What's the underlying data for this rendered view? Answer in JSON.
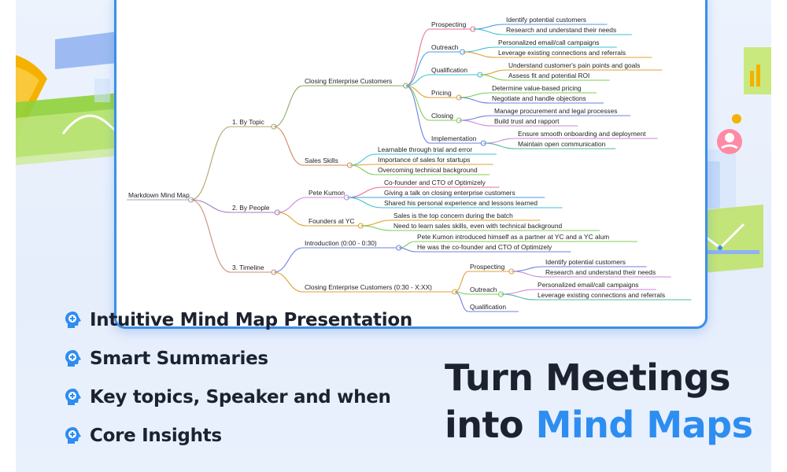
{
  "colors": {
    "accent": "#2e8df0",
    "window_border": "#3b8fe6",
    "headline": "#1d2230",
    "branch_topic": "#b0a46c",
    "branch_people": "#a77bc1",
    "branch_timeline": "#c78f7a"
  },
  "mindmap": {
    "root": "Markdown Mind Map",
    "branches": [
      {
        "label": "1. By Topic",
        "children": [
          {
            "label": "Closing Enterprise Customers",
            "children": [
              {
                "label": "Prospecting",
                "items": [
                  "Identify potential customers",
                  "Research and understand their needs"
                ]
              },
              {
                "label": "Outreach",
                "items": [
                  "Personalized email/call campaigns",
                  "Leverage existing connections and referrals"
                ]
              },
              {
                "label": "Qualification",
                "items": [
                  "Understand customer's pain points and goals",
                  "Assess fit and potential ROI"
                ]
              },
              {
                "label": "Pricing",
                "items": [
                  "Determine value-based pricing",
                  "Negotiate and handle objections"
                ]
              },
              {
                "label": "Closing",
                "items": [
                  "Manage procurement and legal processes",
                  "Build trust and rapport"
                ]
              },
              {
                "label": "Implementation",
                "items": [
                  "Ensure smooth onboarding and deployment",
                  "Maintain open communication"
                ]
              }
            ]
          },
          {
            "label": "Sales Skills",
            "items": [
              "Learnable through trial and error",
              "Importance of sales for startups",
              "Overcoming technical background"
            ]
          }
        ]
      },
      {
        "label": "2. By People",
        "children": [
          {
            "label": "Pete Kumon",
            "items": [
              "Co-founder and CTO of Optimizely",
              "Giving a talk on closing enterprise customers",
              "Shared his personal experience and lessons learned"
            ]
          },
          {
            "label": "Founders at YC",
            "items": [
              "Sales is the top concern during the batch",
              "Need to learn sales skills, even with technical background"
            ]
          }
        ]
      },
      {
        "label": "3. Timeline",
        "children": [
          {
            "label": "Introduction (0:00 - 0:30)",
            "items": [
              "Pete Kumon introduced himself as a partner at YC and a YC alum",
              "He was the co-founder and CTO of Optimizely"
            ]
          },
          {
            "label": "Closing Enterprise Customers (0:30 - X:XX)",
            "children": [
              {
                "label": "Prospecting",
                "items": [
                  "Identify potential customers",
                  "Research and understand their needs"
                ]
              },
              {
                "label": "Outreach",
                "items": [
                  "Personalized email/call campaigns",
                  "Leverage existing connections and referrals"
                ]
              },
              {
                "label": "Qualification",
                "items": []
              }
            ]
          }
        ]
      }
    ]
  },
  "features": [
    {
      "icon": "lightbulb-head-icon",
      "label": "Intuitive Mind Map Presentation"
    },
    {
      "icon": "lightbulb-head-icon",
      "label": "Smart Summaries"
    },
    {
      "icon": "lightbulb-head-icon",
      "label": "Key topics, Speaker and when"
    },
    {
      "icon": "lightbulb-head-icon",
      "label": "Core Insights"
    }
  ],
  "headline": {
    "line1": "Turn Meetings",
    "line2_prefix": "into ",
    "line2_accent": "Mind Maps"
  }
}
